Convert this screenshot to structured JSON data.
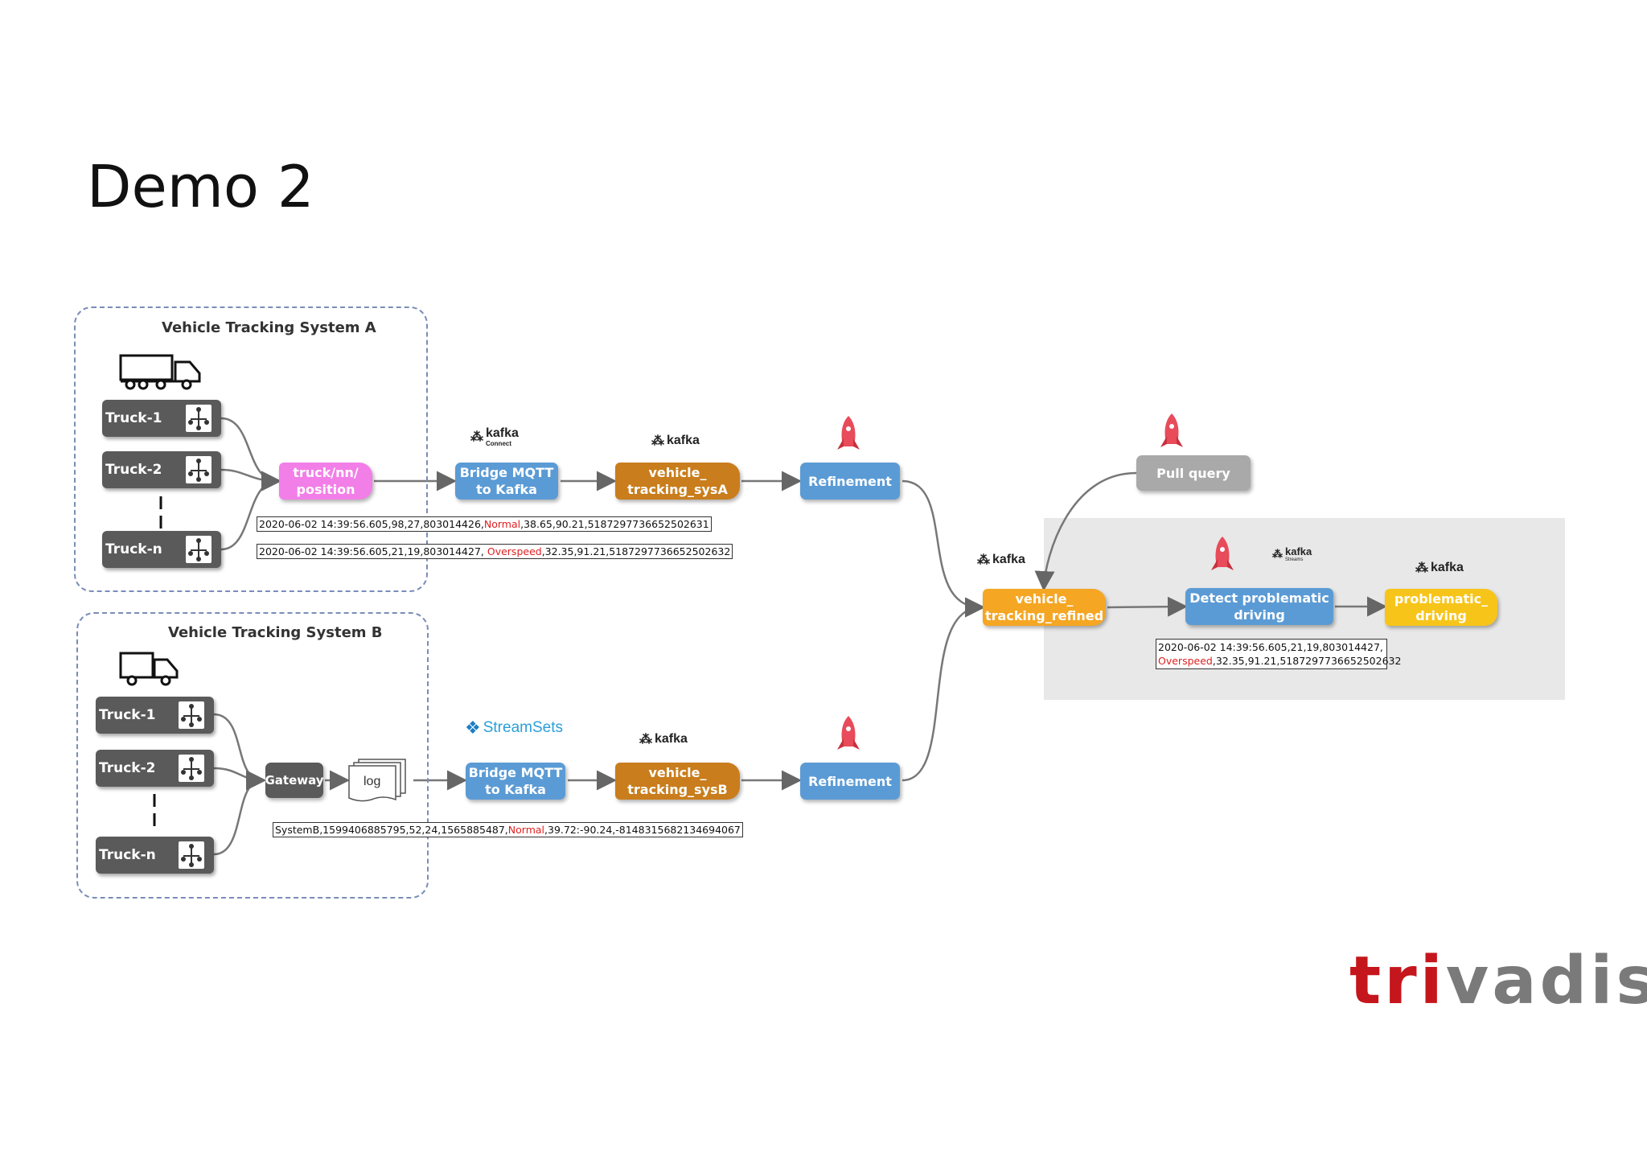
{
  "slide": {
    "title": "Demo 2"
  },
  "system_a": {
    "title": "Vehicle Tracking System A",
    "trucks": [
      "Truck-1",
      "Truck-2",
      "Truck-n"
    ],
    "mqtt_topic": "truck/nn/\nposition",
    "connector": "Bridge MQTT\nto Kafka",
    "connector_logo": "kafka",
    "connector_logo_sub": "Connect",
    "topic": "vehicle_\ntracking_sysA",
    "refinement": "Refinement",
    "sample_1": {
      "before": "2020-06-02 14:39:56.605,98,27,803014426,",
      "status": "Normal",
      "after": ",38.65,90.21,5187297736652502631"
    },
    "sample_2": {
      "before": "2020-06-02 14:39:56.605,21,19,803014427, ",
      "status": "Overspeed",
      "after": ",32.35,91.21,5187297736652502632"
    }
  },
  "system_b": {
    "title": "Vehicle Tracking System B",
    "trucks": [
      "Truck-1",
      "Truck-2",
      "Truck-n"
    ],
    "gateway": "Gateway",
    "log": "log",
    "connector": "Bridge MQTT\nto Kafka",
    "connector_logo": "StreamSets",
    "topic": "vehicle_\ntracking_sysB",
    "refinement": "Refinement",
    "sample": {
      "before": "SystemB,1599406885795,52,24,1565885487,",
      "status": "Normal",
      "after": ",39.72:-90.24,-8148315682134694067"
    }
  },
  "central": {
    "pull_query": "Pull query",
    "refined_topic": "vehicle_\ntracking_refined",
    "detect": "Detect problematic\ndriving",
    "detect_logo": "kafka",
    "detect_logo_sub": "Streams",
    "problematic_topic": "problematic_\ndriving",
    "sample_line1": "2020-06-02 14:39:56.605,21,19,803014427,",
    "sample_status": "Overspeed",
    "sample_after": ",32.35,91.21,5187297736652502632"
  },
  "kafka_label": "kafka",
  "brand": {
    "tri": "tri",
    "vadis": "vadis"
  },
  "colors": {
    "kafka_topic": "#c97d1c",
    "stream_app": "#5b9bd5",
    "mqtt": "#f27ee8",
    "highlight": "#e02020",
    "brand_red": "#c4161c"
  }
}
